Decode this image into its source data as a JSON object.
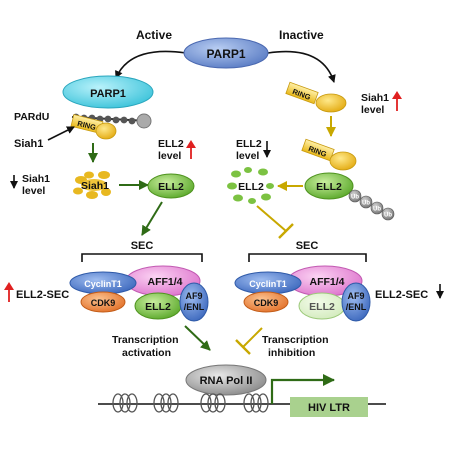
{
  "center": {
    "parp1": "PARP1",
    "active": "Active",
    "inactive": "Inactive"
  },
  "left": {
    "parp1": "PARP1",
    "pardu": "PARdU",
    "ring": "RING",
    "siah1_arrow_label": "Siah1",
    "siah1_level_line1": "Siah1",
    "siah1_level_line2": "level",
    "siah1_blob": "Siah1",
    "ell2_level_line1": "ELL2",
    "ell2_level_line2": "level",
    "ell2": "ELL2"
  },
  "right": {
    "ring_top": "RING",
    "siah1_level_line1": "Siah1",
    "siah1_level_line2": "level",
    "ring_mid": "RING",
    "ell2_level_line1": "ELL2",
    "ell2_level_line2": "level",
    "ell2_degraded": "ELL2",
    "ell2_ub": "ELL2",
    "ub": "Ub"
  },
  "sec_left": {
    "title": "SEC",
    "cyclint1": "CyclinT1",
    "cdk9": "CDK9",
    "aff": "AFF1/4",
    "ell2": "ELL2",
    "af9_line1": "AF9",
    "af9_line2": "/ENL",
    "side_label": "ELL2-SEC"
  },
  "sec_right": {
    "title": "SEC",
    "cyclint1": "CyclinT1",
    "cdk9": "CDK9",
    "aff": "AFF1/4",
    "ell2": "ELL2",
    "af9_line1": "AF9",
    "af9_line2": "/ENL",
    "side_label": "ELL2-SEC"
  },
  "bottom": {
    "activation_line1": "Transcription",
    "activation_line2": "activation",
    "inhibition_line1": "Transcription",
    "inhibition_line2": "inhibition",
    "polii": "RNA Pol II",
    "hiv": "HIV LTR"
  },
  "colors": {
    "parp_blue": "#6f8fd0",
    "parp_cyan": "#5fd4e6",
    "ring_yellow": "#f2c53a",
    "siah_gold": "#e8b820",
    "ell2_green": "#7cc242",
    "cyclin_blue": "#4a78c8",
    "cdk9_orange": "#f08a3a",
    "aff_pink": "#e98ad8",
    "af9_blue": "#4d86d6",
    "polii_gray": "#9c9c9c",
    "hiv_green": "#a9d18e",
    "arrow_green": "#2f6b16",
    "block_yellow": "#c8a800",
    "up_red": "#e02020"
  },
  "icons": [
    "ubiquitin-chain-icon",
    "dna-helix-icon",
    "up-arrow-icon",
    "down-arrow-icon",
    "inhibition-bar-icon"
  ]
}
